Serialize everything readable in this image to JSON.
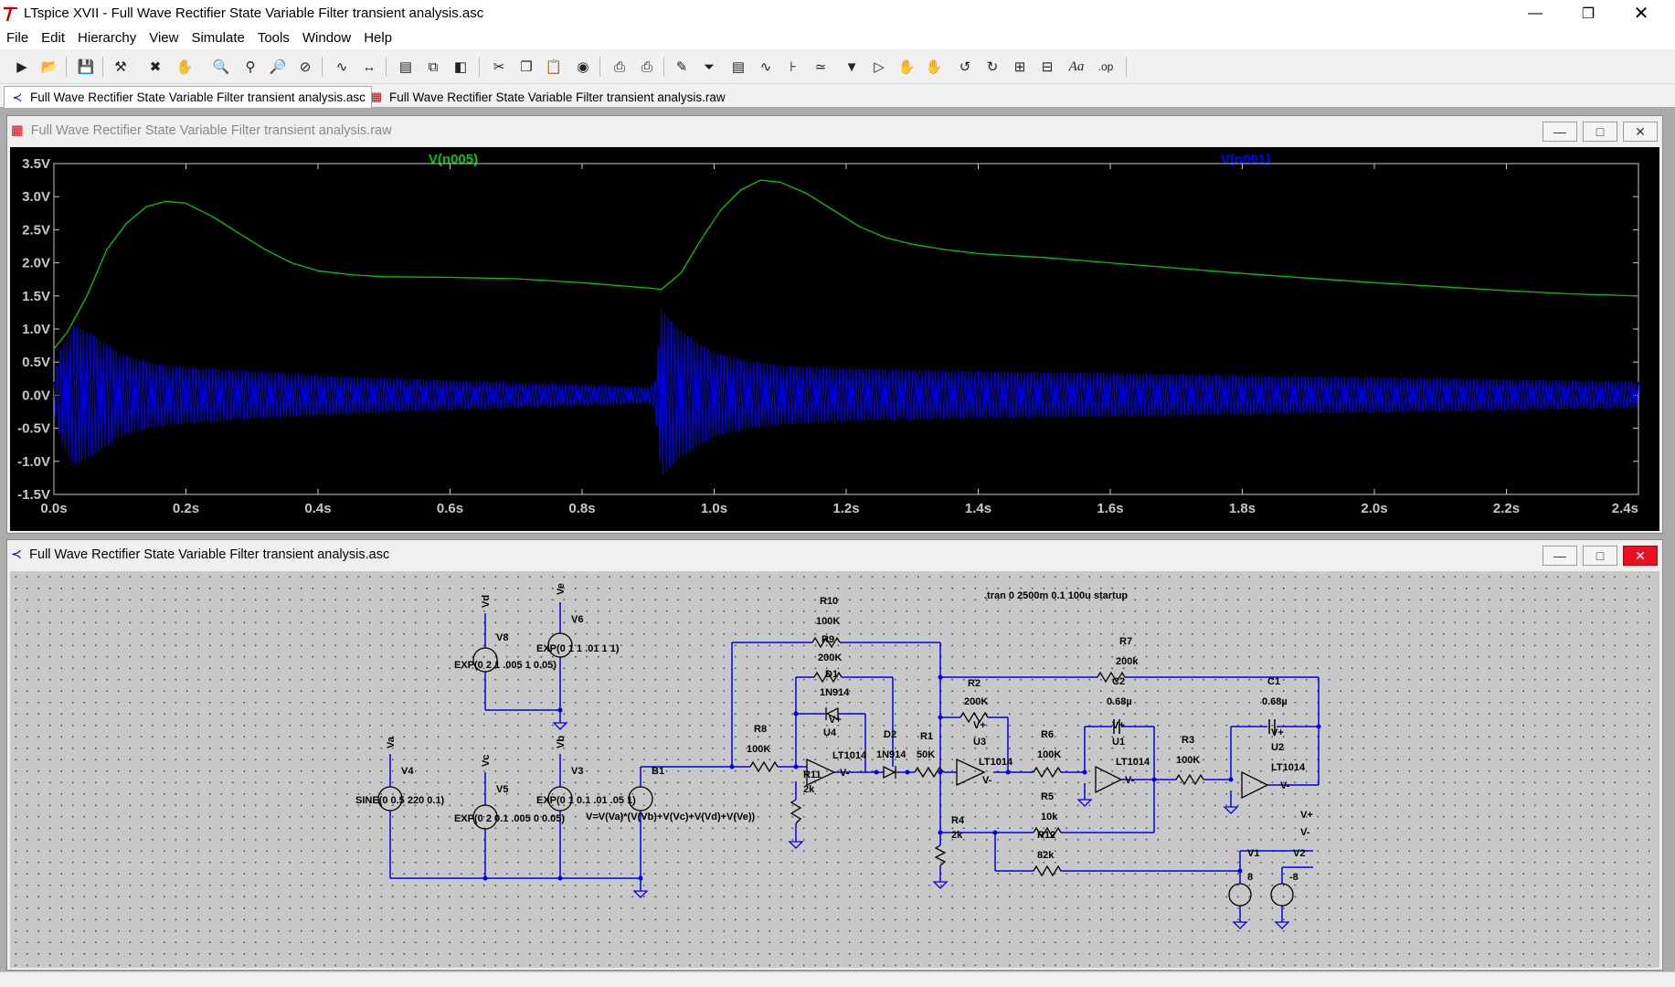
{
  "window": {
    "title": "LTspice XVII - Full Wave Rectifier State Variable Filter transient analysis.asc"
  },
  "menu": [
    "File",
    "Edit",
    "Hierarchy",
    "View",
    "Simulate",
    "Tools",
    "Window",
    "Help"
  ],
  "toolbar_icons": [
    "run-icon",
    "open-icon",
    "save-icon",
    "control-panel-icon",
    "run-halt-icon",
    "pan-icon",
    "zoom-in-icon",
    "zoom-fit-icon",
    "zoom-out-icon",
    "zoom-cancel-icon",
    "plot-icon",
    "autorange-icon",
    "tile-horiz-icon",
    "cascade-icon",
    "tile-vert-icon",
    "cut-icon",
    "copy-icon",
    "paste-icon",
    "find-icon",
    "print-setup-icon",
    "print-icon",
    "wire-icon",
    "ground-icon",
    "label-icon",
    "resistor-icon",
    "capacitor-icon",
    "inductor-icon",
    "diode-icon",
    "component-icon",
    "move-icon",
    "drag-icon",
    "undo-icon",
    "redo-icon",
    "rotate-icon",
    "mirror-icon",
    "text-icon",
    "spice-directive-icon"
  ],
  "tabs": [
    {
      "label": "Full Wave Rectifier State Variable Filter transient analysis.asc",
      "active": true
    },
    {
      "label": "Full Wave Rectifier State Variable Filter transient analysis.raw",
      "active": false
    }
  ],
  "waveform_window": {
    "title": "Full Wave Rectifier State Variable Filter transient analysis.raw",
    "traces": [
      {
        "name": "V(n005)",
        "color": "#00c800"
      },
      {
        "name": "V(n001)",
        "color": "#0000ff"
      }
    ]
  },
  "chart_data": {
    "type": "line",
    "title": "",
    "xlabel": "",
    "ylabel": "",
    "x_ticks": [
      "0.0s",
      "0.2s",
      "0.4s",
      "0.6s",
      "0.8s",
      "1.0s",
      "1.2s",
      "1.4s",
      "1.6s",
      "1.8s",
      "2.0s",
      "2.2s",
      "2.4s"
    ],
    "y_ticks": [
      "3.5V",
      "3.0V",
      "2.5V",
      "2.0V",
      "1.5V",
      "1.0V",
      "0.5V",
      "0.0V",
      "-0.5V",
      "-1.0V",
      "-1.5V"
    ],
    "xlim": [
      0,
      2.4
    ],
    "ylim": [
      -1.5,
      3.5
    ],
    "grid": false,
    "series": [
      {
        "name": "V(n005)",
        "color": "#00c800",
        "x": [
          0,
          0.02,
          0.05,
          0.08,
          0.11,
          0.14,
          0.17,
          0.2,
          0.24,
          0.28,
          0.32,
          0.36,
          0.4,
          0.45,
          0.5,
          0.6,
          0.7,
          0.8,
          0.9,
          0.92,
          0.95,
          0.98,
          1.01,
          1.04,
          1.07,
          1.1,
          1.14,
          1.18,
          1.22,
          1.26,
          1.3,
          1.35,
          1.4,
          1.5,
          1.6,
          1.7,
          1.8,
          1.9,
          2.0,
          2.1,
          2.2,
          2.3,
          2.4
        ],
        "y": [
          0.7,
          0.95,
          1.5,
          2.2,
          2.6,
          2.85,
          2.93,
          2.9,
          2.7,
          2.45,
          2.2,
          2.0,
          1.88,
          1.82,
          1.79,
          1.78,
          1.76,
          1.7,
          1.62,
          1.6,
          1.85,
          2.35,
          2.8,
          3.1,
          3.25,
          3.22,
          3.05,
          2.8,
          2.55,
          2.38,
          2.28,
          2.2,
          2.14,
          2.08,
          2.0,
          1.92,
          1.84,
          1.77,
          1.7,
          1.64,
          1.58,
          1.53,
          1.5
        ]
      },
      {
        "name": "V(n001)",
        "color": "#0000ff",
        "envelope_x": [
          0,
          0.01,
          0.03,
          0.06,
          0.1,
          0.15,
          0.2,
          0.3,
          0.4,
          0.5,
          0.6,
          0.7,
          0.8,
          0.9,
          0.91,
          0.92,
          0.94,
          0.97,
          1.0,
          1.05,
          1.1,
          1.2,
          1.4,
          1.6,
          1.8,
          2.0,
          2.2,
          2.4
        ],
        "envelope_max": [
          0.2,
          0.7,
          1.05,
          0.9,
          0.62,
          0.48,
          0.42,
          0.36,
          0.3,
          0.26,
          0.22,
          0.19,
          0.16,
          0.12,
          0.2,
          1.3,
          1.05,
          0.82,
          0.65,
          0.52,
          0.45,
          0.4,
          0.36,
          0.33,
          0.3,
          0.27,
          0.24,
          0.2
        ],
        "envelope_min": [
          -0.2,
          -0.7,
          -1.05,
          -0.9,
          -0.62,
          -0.48,
          -0.42,
          -0.36,
          -0.3,
          -0.26,
          -0.22,
          -0.19,
          -0.16,
          -0.12,
          -0.2,
          -1.25,
          -1.0,
          -0.8,
          -0.63,
          -0.5,
          -0.44,
          -0.39,
          -0.35,
          -0.32,
          -0.29,
          -0.26,
          -0.23,
          -0.19
        ]
      }
    ]
  },
  "schematic_window": {
    "title": "Full Wave Rectifier State Variable Filter transient analysis.asc",
    "directive": ".tran 0 2500m 0.1 100u startup",
    "labels": {
      "R10": "R10",
      "R10v": "100K",
      "R9": "R9",
      "R9v": "200K",
      "D1": "D1",
      "D1v": "1N914",
      "R8": "R8",
      "R8v": "100K",
      "U4": "U4",
      "U4v": "LT1014",
      "D2": "D2",
      "D2v": "1N914",
      "R1": "R1",
      "R1v": "50K",
      "R11": "R11",
      "R11v": "2k",
      "R2": "R2",
      "R2v": "200K",
      "U3": "U3",
      "U3v": "LT1014",
      "R6": "R6",
      "R6v": "100K",
      "C2": "C2",
      "C2v": "0.68µ",
      "U1": "U1",
      "U1v": "LT1014",
      "R3": "R3",
      "R3v": "100K",
      "C1": "C1",
      "C1v": "0.68µ",
      "U2": "U2",
      "U2v": "LT1014",
      "R7": "R7",
      "R7v": "200k",
      "R5": "R5",
      "R5v": "10k",
      "R4": "R4",
      "R4v": "2k",
      "R12": "R12",
      "R12v": "82k",
      "V1": "V1",
      "V1v": "8",
      "V2": "V2",
      "V2v": "-8",
      "V4": "V4",
      "V4v": "SINE(0 0.5 220 0.1)",
      "V5": "V5",
      "V5v": "EXP(0 2 0.1 .005 0 0.05)",
      "V3": "V3",
      "V3v": "EXP(0 1 0.1 .01 .05 1)",
      "V8": "V8",
      "V8v": "EXP(0 2 1 .005 1 0.05)",
      "V6": "V6",
      "V6v": "EXP(0 1 1 .01 1 1)",
      "B1": "B1",
      "B1v": "V=V(Va)*(V(Vb)+V(Vc)+V(Vd)+V(Ve))",
      "Va": "Va",
      "Vb": "Vb",
      "Vc": "Vc",
      "Vd": "Vd",
      "Ve": "Ve",
      "vplus": "V+",
      "vminus": "V-"
    }
  }
}
